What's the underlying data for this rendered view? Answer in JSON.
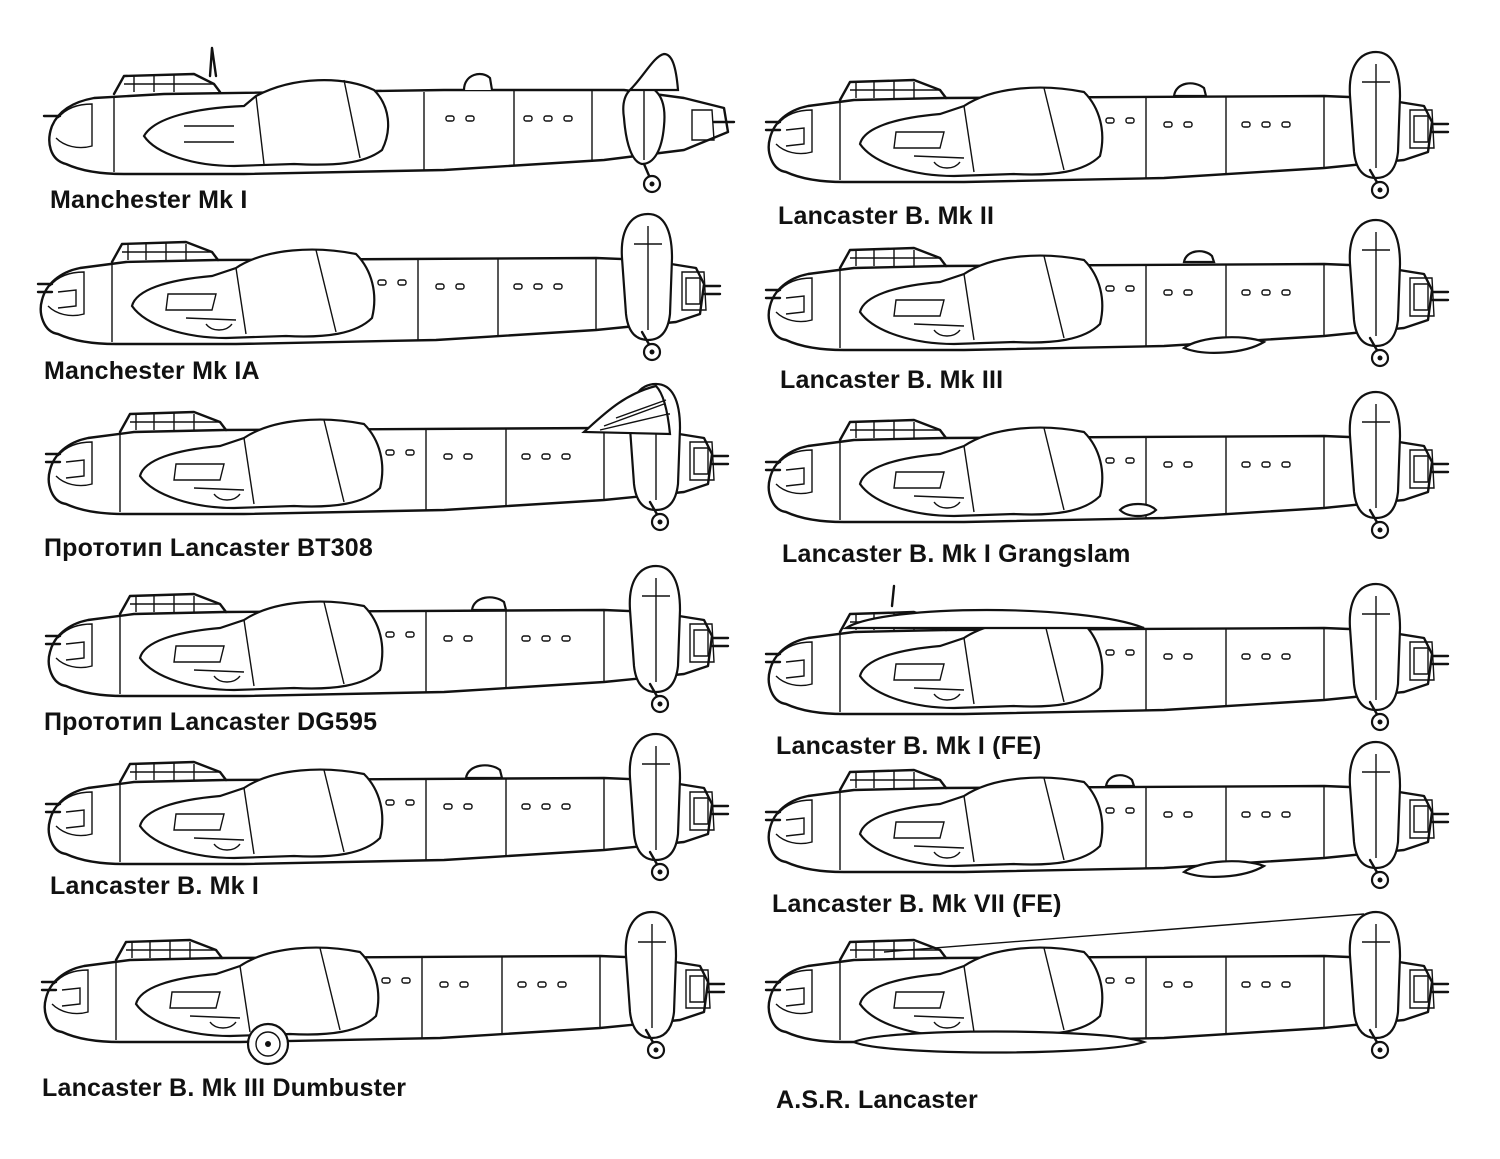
{
  "figure": {
    "ink_color": "#111111",
    "background": "#ffffff",
    "left_column": [
      {
        "id": "manchester-mk1",
        "label": "Manchester Mk I"
      },
      {
        "id": "manchester-mk1a",
        "label": "Manchester Mk IA"
      },
      {
        "id": "prototype-bt308",
        "label": "Прототип Lancaster BT308"
      },
      {
        "id": "prototype-dg595",
        "label": "Прототип Lancaster DG595"
      },
      {
        "id": "lancaster-b-mk1",
        "label": "Lancaster B. Mk I"
      },
      {
        "id": "lancaster-b-mk3-dambuster",
        "label": "Lancaster B. Mk III Dumbuster"
      }
    ],
    "right_column": [
      {
        "id": "lancaster-b-mk2",
        "label": "Lancaster B. Mk II"
      },
      {
        "id": "lancaster-b-mk3",
        "label": "Lancaster B. Mk III"
      },
      {
        "id": "lancaster-b-mk1-grandslam",
        "label": "Lancaster B. Mk I Grangslam"
      },
      {
        "id": "lancaster-b-mk1-fe",
        "label": "Lancaster B. Mk I (FE)"
      },
      {
        "id": "lancaster-b-mk7-fe",
        "label": "Lancaster B. Mk VII (FE)"
      },
      {
        "id": "asr-lancaster",
        "label": "A.S.R. Lancaster"
      }
    ]
  }
}
